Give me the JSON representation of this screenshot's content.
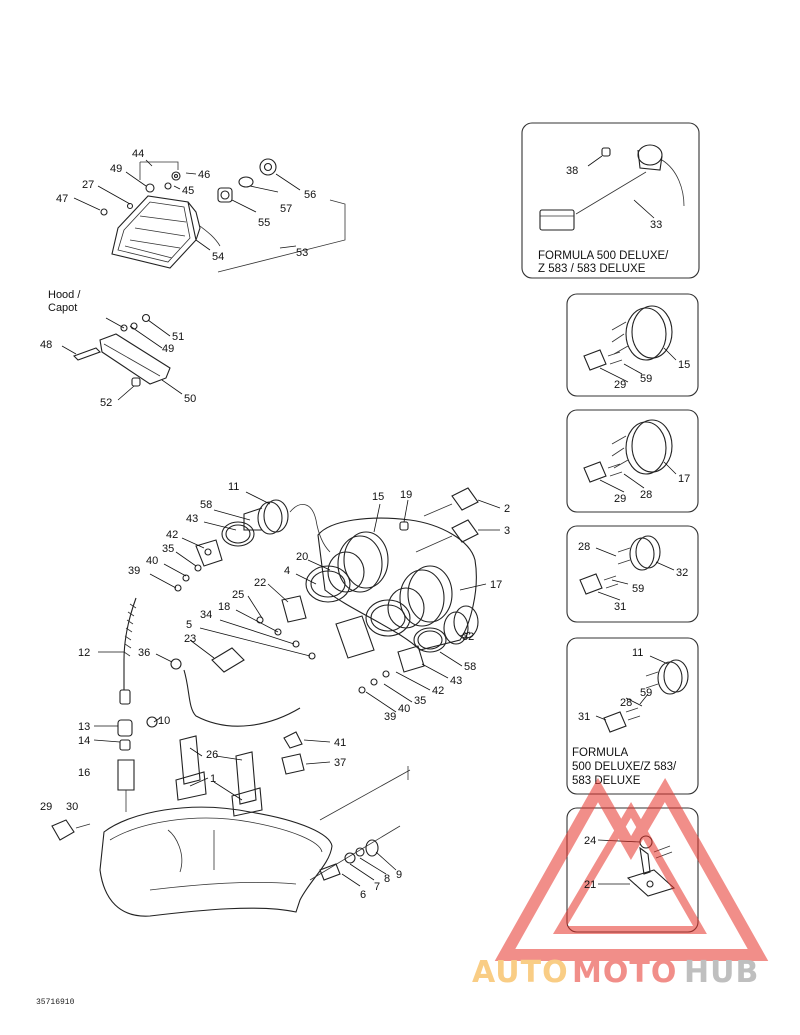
{
  "callouts": {
    "n1": "1",
    "n2": "2",
    "n3": "3",
    "n4": "4",
    "n5": "5",
    "n6": "6",
    "n7": "7",
    "n8": "8",
    "n9": "9",
    "n10": "10",
    "n11": "11",
    "n12": "12",
    "n13": "13",
    "n14": "14",
    "n15": "15",
    "n16": "16",
    "n17": "17",
    "n18": "18",
    "n19": "19",
    "n20": "20",
    "n21": "21",
    "n22": "22",
    "n23": "23",
    "n24": "24",
    "n25": "25",
    "n26": "26",
    "n27": "27",
    "n28": "28",
    "n29": "29",
    "n30": "30",
    "n31": "31",
    "n32": "32",
    "n33": "33",
    "n34": "34",
    "n35": "35",
    "n36": "36",
    "n37": "37",
    "n38": "38",
    "n39": "39",
    "n40": "40",
    "n41": "41",
    "n42": "42",
    "n43": "43",
    "n44": "44",
    "n45": "45",
    "n46": "46",
    "n47": "47",
    "n48": "48",
    "n49": "49",
    "n50": "50",
    "n51": "51",
    "n52": "52",
    "n53": "53",
    "n54": "54",
    "n55": "55",
    "n56": "56",
    "n57": "57",
    "n58": "58",
    "n59": "59"
  },
  "labels": {
    "hood_line1": "Hood /",
    "hood_line2": "Capot",
    "inset1_line1": "FORMULA 500 DELUXE/",
    "inset1_line2": "Z 583 / 583 DELUXE",
    "inset5_line1": "FORMULA",
    "inset5_line2": "500 DELUXE/Z 583/",
    "inset5_line3": "583 DELUXE",
    "drawing_code": "35716910"
  },
  "watermark": {
    "part1": "AUTO",
    "part2": "MOTO",
    "part3": "HUB",
    "color_red": "#e6332a",
    "color_orange": "#f5a623",
    "color_gray": "#8c8c8c"
  }
}
